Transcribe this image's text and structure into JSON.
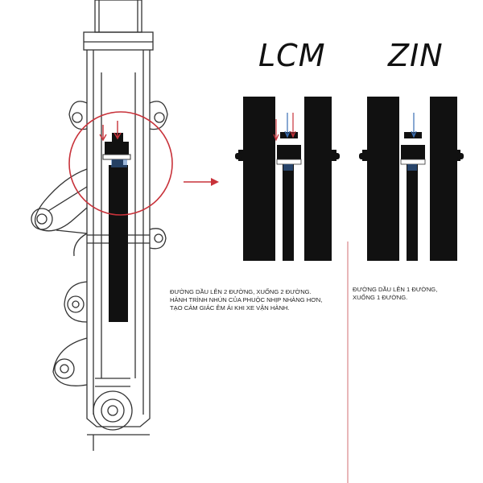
{
  "labels": {
    "lcm": "LCM",
    "zin": "ZIN"
  },
  "captions": {
    "lcm": [
      "ĐƯỜNG DẦU LÊN 2 ĐƯỜNG, XUỐNG 2 ĐƯỜNG.",
      "HÀNH TRÌNH NHÚN CỦA PHUỘC NHỊP NHÀNG HƠN,",
      "TẠO CẢM GIÁC ÊM ÁI KHI XE VẬN HÀNH."
    ],
    "zin": [
      "ĐƯỜNG DẦU LÊN 1 ĐƯỜNG,",
      "XUỐNG 1 ĐƯỜNG."
    ]
  },
  "colors": {
    "accent_red": "#c8323a",
    "accent_blue": "#3a6fb5",
    "ink": "#111111",
    "line": "#333333"
  },
  "icons": {
    "pointer": "right-arrow-icon"
  }
}
